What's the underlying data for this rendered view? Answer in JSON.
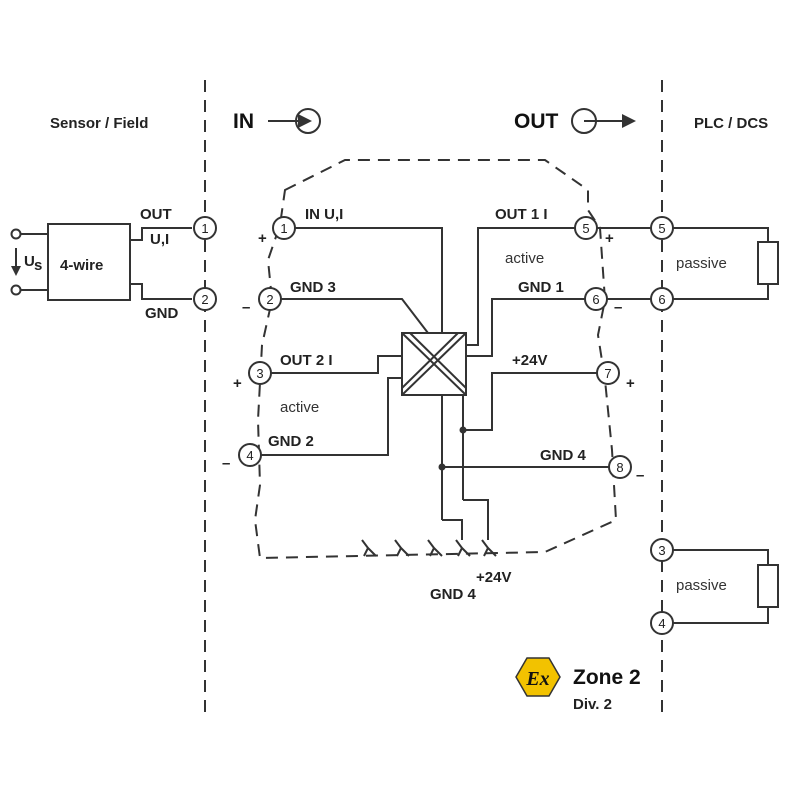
{
  "headers": {
    "sensor_field": "Sensor / Field",
    "plc_dcs": "PLC / DCS",
    "in": "IN",
    "out": "OUT"
  },
  "sensor": {
    "box_label": "4-wire",
    "supply_label": "U",
    "supply_sub": "s",
    "out_label_line1": "OUT",
    "out_label_line2": "U,I",
    "gnd_label": "GND"
  },
  "terminals": {
    "t1": "1",
    "t2": "2",
    "t3": "3",
    "t4": "4",
    "t5": "5",
    "t6": "6",
    "t7": "7",
    "t8": "8"
  },
  "signals": {
    "in_ui": "IN U,I",
    "gnd3": "GND 3",
    "out2": "OUT 2 I",
    "gnd2": "GND 2",
    "out1": "OUT 1 I",
    "gnd1": "GND 1",
    "v24": "+24V",
    "gnd4": "GND 4",
    "active_left": "active",
    "active_right": "active",
    "bottom_v24": "+24V",
    "bottom_gnd4": "GND 4"
  },
  "polarity": {
    "plus": "+",
    "minus": "–"
  },
  "plc": {
    "passive_top": "passive",
    "passive_bottom": "passive"
  },
  "zone": {
    "ex_symbol": "Ex",
    "zone_label": "Zone 2",
    "div_label": "Div. 2"
  },
  "colors": {
    "ex_yellow": "#f2c200",
    "line": "#333333"
  }
}
